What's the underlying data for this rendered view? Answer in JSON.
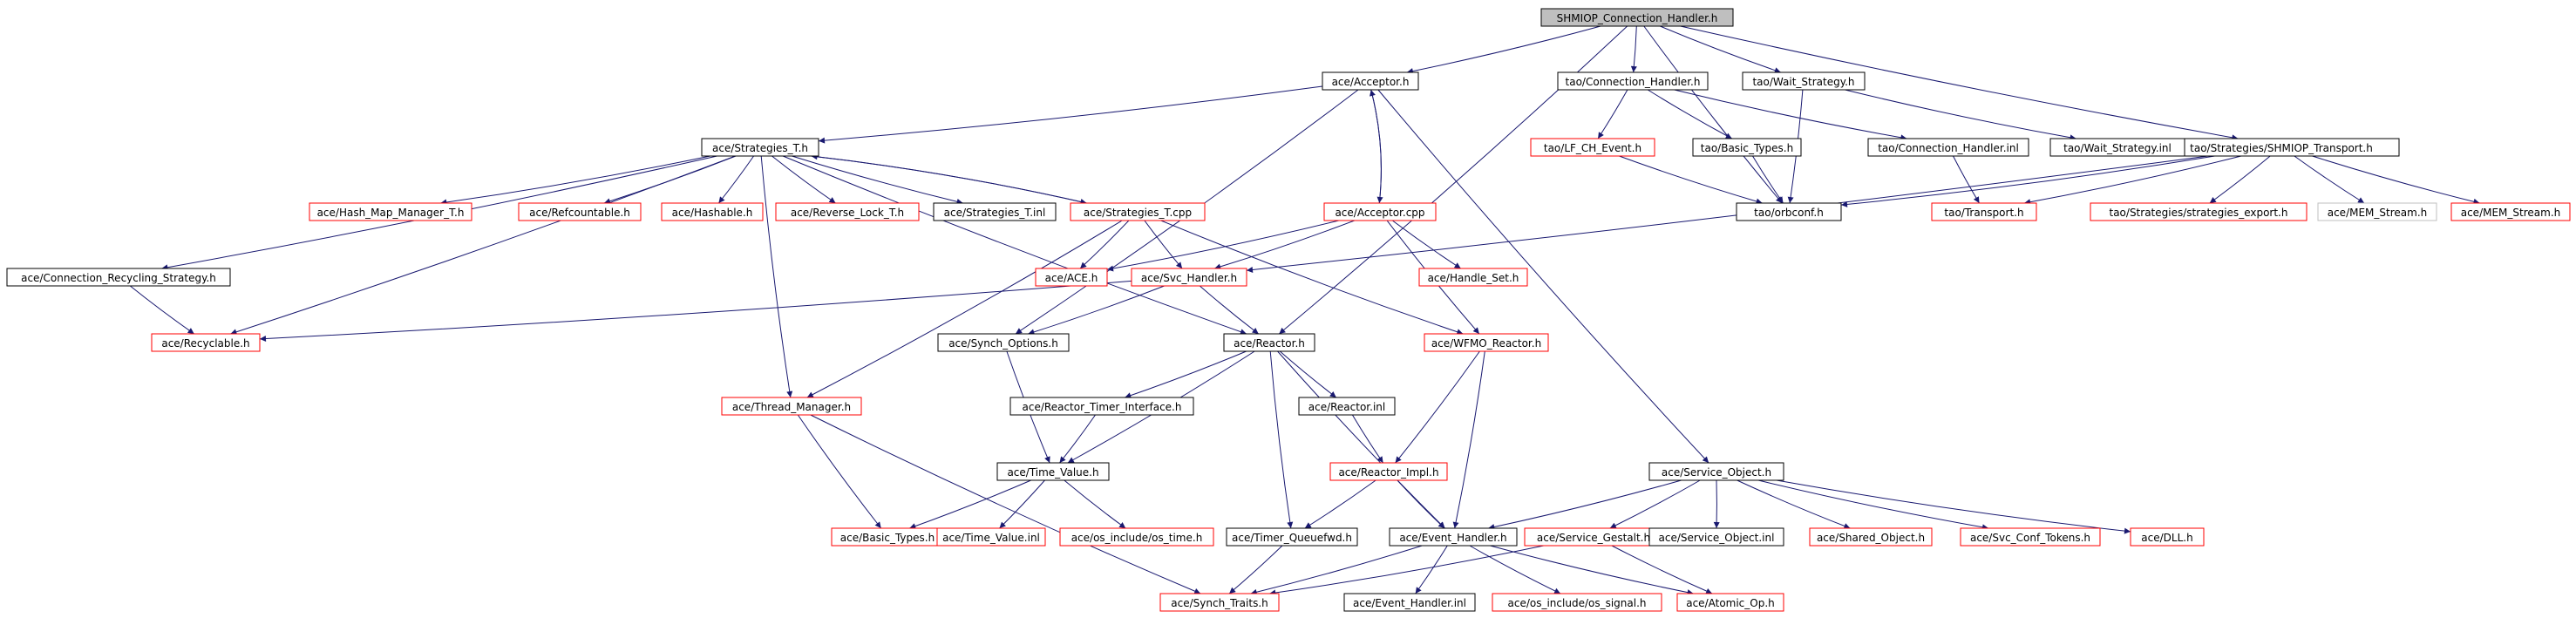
{
  "colors": {
    "edge": "#191970",
    "border_black": "#000000",
    "border_red": "#ff0000",
    "border_grey": "#bfbfbf",
    "root_fill": "#bfbfbf",
    "node_fill": "#ffffff",
    "text": "#000000"
  },
  "nodes": [
    {
      "id": "root",
      "label": "SHMIOP_Connection_Handler.h",
      "style": "root"
    },
    {
      "id": "acceptor_h",
      "label": "ace/Acceptor.h",
      "style": "black"
    },
    {
      "id": "tao_conn_handler_h",
      "label": "tao/Connection_Handler.h",
      "style": "black"
    },
    {
      "id": "tao_wait_strategy_h",
      "label": "tao/Wait_Strategy.h",
      "style": "black"
    },
    {
      "id": "shmiop_transport_h",
      "label": "tao/Strategies/SHMIOP_Transport.h",
      "style": "black"
    },
    {
      "id": "strategies_t_h",
      "label": "ace/Strategies_T.h",
      "style": "black"
    },
    {
      "id": "acceptor_cpp",
      "label": "ace/Acceptor.cpp",
      "style": "red"
    },
    {
      "id": "lf_ch_event_h",
      "label": "tao/LF_CH_Event.h",
      "style": "red"
    },
    {
      "id": "tao_basic_types_h",
      "label": "tao/Basic_Types.h",
      "style": "black"
    },
    {
      "id": "tao_conn_handler_inl",
      "label": "tao/Connection_Handler.inl",
      "style": "black"
    },
    {
      "id": "tao_wait_strategy_inl",
      "label": "tao/Wait_Strategy.inl",
      "style": "black"
    },
    {
      "id": "hash_map_manager_t_h",
      "label": "ace/Hash_Map_Manager_T.h",
      "style": "red"
    },
    {
      "id": "refcountable_h",
      "label": "ace/Refcountable.h",
      "style": "red"
    },
    {
      "id": "hashable_h",
      "label": "ace/Hashable.h",
      "style": "red"
    },
    {
      "id": "reverse_lock_t_h",
      "label": "ace/Reverse_Lock_T.h",
      "style": "red"
    },
    {
      "id": "strategies_t_inl",
      "label": "ace/Strategies_T.inl",
      "style": "black"
    },
    {
      "id": "strategies_t_cpp",
      "label": "ace/Strategies_T.cpp",
      "style": "red"
    },
    {
      "id": "tao_orbconf_h",
      "label": "tao/orbconf.h",
      "style": "black"
    },
    {
      "id": "tao_transport_h",
      "label": "tao/Transport.h",
      "style": "red"
    },
    {
      "id": "strategies_export_h",
      "label": "tao/Strategies/strategies_export.h",
      "style": "red"
    },
    {
      "id": "mem_stream_h_grey",
      "label": "ace/MEM_Stream.h",
      "style": "grey"
    },
    {
      "id": "mem_stream_h_red",
      "label": "ace/MEM_Stream.h",
      "style": "red"
    },
    {
      "id": "conn_recycling_strategy_h",
      "label": "ace/Connection_Recycling_Strategy.h",
      "style": "black"
    },
    {
      "id": "ace_h",
      "label": "ace/ACE.h",
      "style": "red"
    },
    {
      "id": "svc_handler_h",
      "label": "ace/Svc_Handler.h",
      "style": "red"
    },
    {
      "id": "handle_set_h",
      "label": "ace/Handle_Set.h",
      "style": "red"
    },
    {
      "id": "recyclable_h",
      "label": "ace/Recyclable.h",
      "style": "red"
    },
    {
      "id": "synch_options_h",
      "label": "ace/Synch_Options.h",
      "style": "black"
    },
    {
      "id": "reactor_h",
      "label": "ace/Reactor.h",
      "style": "black"
    },
    {
      "id": "wfmo_reactor_h",
      "label": "ace/WFMO_Reactor.h",
      "style": "red"
    },
    {
      "id": "thread_manager_h",
      "label": "ace/Thread_Manager.h",
      "style": "red"
    },
    {
      "id": "reactor_timer_interface_h",
      "label": "ace/Reactor_Timer_Interface.h",
      "style": "black"
    },
    {
      "id": "reactor_inl",
      "label": "ace/Reactor.inl",
      "style": "black"
    },
    {
      "id": "time_value_h",
      "label": "ace/Time_Value.h",
      "style": "black"
    },
    {
      "id": "reactor_impl_h",
      "label": "ace/Reactor_Impl.h",
      "style": "red"
    },
    {
      "id": "service_object_h",
      "label": "ace/Service_Object.h",
      "style": "black"
    },
    {
      "id": "ace_basic_types_h",
      "label": "ace/Basic_Types.h",
      "style": "red"
    },
    {
      "id": "time_value_inl",
      "label": "ace/Time_Value.inl",
      "style": "red"
    },
    {
      "id": "os_time_h",
      "label": "ace/os_include/os_time.h",
      "style": "red"
    },
    {
      "id": "timer_queuefwd_h",
      "label": "ace/Timer_Queuefwd.h",
      "style": "black"
    },
    {
      "id": "event_handler_h",
      "label": "ace/Event_Handler.h",
      "style": "black"
    },
    {
      "id": "service_gestalt_h",
      "label": "ace/Service_Gestalt.h",
      "style": "red"
    },
    {
      "id": "service_object_inl",
      "label": "ace/Service_Object.inl",
      "style": "black"
    },
    {
      "id": "shared_object_h",
      "label": "ace/Shared_Object.h",
      "style": "red"
    },
    {
      "id": "svc_conf_tokens_h",
      "label": "ace/Svc_Conf_Tokens.h",
      "style": "red"
    },
    {
      "id": "dll_h",
      "label": "ace/DLL.h",
      "style": "red"
    },
    {
      "id": "synch_traits_h",
      "label": "ace/Synch_Traits.h",
      "style": "red"
    },
    {
      "id": "event_handler_inl",
      "label": "ace/Event_Handler.inl",
      "style": "black"
    },
    {
      "id": "os_signal_h",
      "label": "ace/os_include/os_signal.h",
      "style": "red"
    },
    {
      "id": "atomic_op_h",
      "label": "ace/Atomic_Op.h",
      "style": "red"
    }
  ],
  "edges": [
    [
      "root",
      "acceptor_h"
    ],
    [
      "root",
      "tao_conn_handler_h"
    ],
    [
      "root",
      "tao_wait_strategy_h"
    ],
    [
      "root",
      "shmiop_transport_h"
    ],
    [
      "root",
      "tao_orbconf_h"
    ],
    [
      "root",
      "reactor_h"
    ],
    [
      "acceptor_h",
      "strategies_t_h"
    ],
    [
      "acceptor_h",
      "acceptor_cpp"
    ],
    [
      "acceptor_h",
      "synch_options_h"
    ],
    [
      "acceptor_h",
      "service_object_h"
    ],
    [
      "acceptor_cpp",
      "acceptor_h"
    ],
    [
      "acceptor_cpp",
      "ace_h"
    ],
    [
      "acceptor_cpp",
      "svc_handler_h"
    ],
    [
      "acceptor_cpp",
      "handle_set_h"
    ],
    [
      "acceptor_cpp",
      "wfmo_reactor_h"
    ],
    [
      "strategies_t_h",
      "hash_map_manager_t_h"
    ],
    [
      "strategies_t_h",
      "refcountable_h"
    ],
    [
      "strategies_t_h",
      "hashable_h"
    ],
    [
      "strategies_t_h",
      "reverse_lock_t_h"
    ],
    [
      "strategies_t_h",
      "strategies_t_inl"
    ],
    [
      "strategies_t_h",
      "strategies_t_cpp"
    ],
    [
      "strategies_t_h",
      "conn_recycling_strategy_h"
    ],
    [
      "strategies_t_h",
      "recyclable_h"
    ],
    [
      "strategies_t_h",
      "thread_manager_h"
    ],
    [
      "strategies_t_h",
      "reactor_h"
    ],
    [
      "strategies_t_cpp",
      "strategies_t_h"
    ],
    [
      "strategies_t_cpp",
      "ace_h"
    ],
    [
      "strategies_t_cpp",
      "svc_handler_h"
    ],
    [
      "strategies_t_cpp",
      "wfmo_reactor_h"
    ],
    [
      "strategies_t_cpp",
      "thread_manager_h"
    ],
    [
      "tao_conn_handler_h",
      "lf_ch_event_h"
    ],
    [
      "tao_conn_handler_h",
      "tao_basic_types_h"
    ],
    [
      "tao_conn_handler_h",
      "tao_conn_handler_inl"
    ],
    [
      "lf_ch_event_h",
      "tao_orbconf_h"
    ],
    [
      "tao_basic_types_h",
      "tao_orbconf_h"
    ],
    [
      "tao_conn_handler_inl",
      "tao_transport_h"
    ],
    [
      "tao_wait_strategy_h",
      "tao_wait_strategy_inl"
    ],
    [
      "tao_wait_strategy_h",
      "tao_orbconf_h"
    ],
    [
      "shmiop_transport_h",
      "tao_orbconf_h"
    ],
    [
      "shmiop_transport_h",
      "tao_transport_h"
    ],
    [
      "shmiop_transport_h",
      "strategies_export_h"
    ],
    [
      "shmiop_transport_h",
      "mem_stream_h_grey"
    ],
    [
      "shmiop_transport_h",
      "mem_stream_h_red"
    ],
    [
      "shmiop_transport_h",
      "svc_handler_h"
    ],
    [
      "conn_recycling_strategy_h",
      "recyclable_h"
    ],
    [
      "svc_handler_h",
      "recyclable_h"
    ],
    [
      "svc_handler_h",
      "synch_options_h"
    ],
    [
      "svc_handler_h",
      "reactor_h"
    ],
    [
      "synch_options_h",
      "time_value_h"
    ],
    [
      "reactor_h",
      "reactor_timer_interface_h"
    ],
    [
      "reactor_h",
      "reactor_inl"
    ],
    [
      "reactor_h",
      "time_value_h"
    ],
    [
      "reactor_h",
      "timer_queuefwd_h"
    ],
    [
      "reactor_h",
      "event_handler_h"
    ],
    [
      "wfmo_reactor_h",
      "reactor_impl_h"
    ],
    [
      "wfmo_reactor_h",
      "event_handler_h"
    ],
    [
      "reactor_timer_interface_h",
      "time_value_h"
    ],
    [
      "reactor_inl",
      "reactor_impl_h"
    ],
    [
      "reactor_impl_h",
      "timer_queuefwd_h"
    ],
    [
      "reactor_impl_h",
      "event_handler_h"
    ],
    [
      "thread_manager_h",
      "ace_basic_types_h"
    ],
    [
      "thread_manager_h",
      "synch_traits_h"
    ],
    [
      "time_value_h",
      "ace_basic_types_h"
    ],
    [
      "time_value_h",
      "time_value_inl"
    ],
    [
      "time_value_h",
      "os_time_h"
    ],
    [
      "timer_queuefwd_h",
      "synch_traits_h"
    ],
    [
      "event_handler_h",
      "synch_traits_h"
    ],
    [
      "event_handler_h",
      "event_handler_inl"
    ],
    [
      "event_handler_h",
      "os_signal_h"
    ],
    [
      "event_handler_h",
      "atomic_op_h"
    ],
    [
      "service_object_h",
      "event_handler_h"
    ],
    [
      "service_object_h",
      "service_gestalt_h"
    ],
    [
      "service_object_h",
      "service_object_inl"
    ],
    [
      "service_object_h",
      "shared_object_h"
    ],
    [
      "service_object_h",
      "svc_conf_tokens_h"
    ],
    [
      "service_object_h",
      "dll_h"
    ],
    [
      "service_gestalt_h",
      "synch_traits_h"
    ],
    [
      "service_gestalt_h",
      "atomic_op_h"
    ]
  ]
}
